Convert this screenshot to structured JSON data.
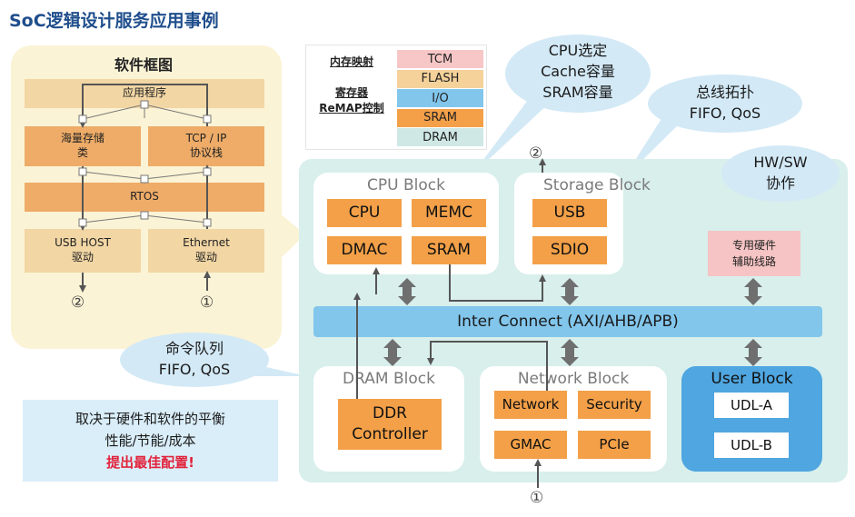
{
  "title": "SoC逻辑设计服务应用事例",
  "software": {
    "title": "软件框图",
    "app": "应用程序",
    "storage": "海量存储\n类",
    "tcpip": "TCP / IP\n协议栈",
    "rtos": "RTOS",
    "usbhost": "USB HOST\n驱动",
    "ethernet": "Ethernet\n驱动",
    "mark2": "②",
    "mark1": "①"
  },
  "memory_map": {
    "label1": "内存映射",
    "label2": "寄存器\nReMAP控制",
    "items": [
      {
        "label": "TCM",
        "color": "#f7c7c7"
      },
      {
        "label": "FLASH",
        "color": "#f5d29a"
      },
      {
        "label": "I/O",
        "color": "#82c6ec"
      },
      {
        "label": "SRAM",
        "color": "#f3a048"
      },
      {
        "label": "DRAM",
        "color": "#cfe8e6"
      }
    ]
  },
  "callouts": {
    "cpu": "CPU选定\nCache容量\nSRAM容量",
    "bus": "总线拓扑\nFIFO, QoS",
    "hwsw": "HW/SW\n协作",
    "queue": "命令队列\nFIFO, QoS"
  },
  "hardware": {
    "cpu_block": {
      "title": "CPU Block",
      "cpu": "CPU",
      "memc": "MEMC",
      "dmac": "DMAC",
      "sram": "SRAM"
    },
    "storage_block": {
      "title": "Storage Block",
      "usb": "USB",
      "sdio": "SDIO",
      "mark": "②"
    },
    "dedicated": "专用硬件\n辅助线路",
    "interconnect": "Inter Connect (AXI/AHB/APB)",
    "dram_block": {
      "title": "DRAM Block",
      "ddr": "DDR\nController"
    },
    "network_block": {
      "title": "Network Block",
      "network": "Network",
      "security": "Security",
      "gmac": "GMAC",
      "pcie": "PCIe",
      "mark": "①"
    },
    "user_block": {
      "title": "User Block",
      "udla": "UDL-A",
      "udlb": "UDL-B"
    }
  },
  "conclusion": {
    "line1": "取决于硬件和软件的平衡",
    "line2": "性能/节能/成本",
    "line3": "提出最佳配置!"
  }
}
